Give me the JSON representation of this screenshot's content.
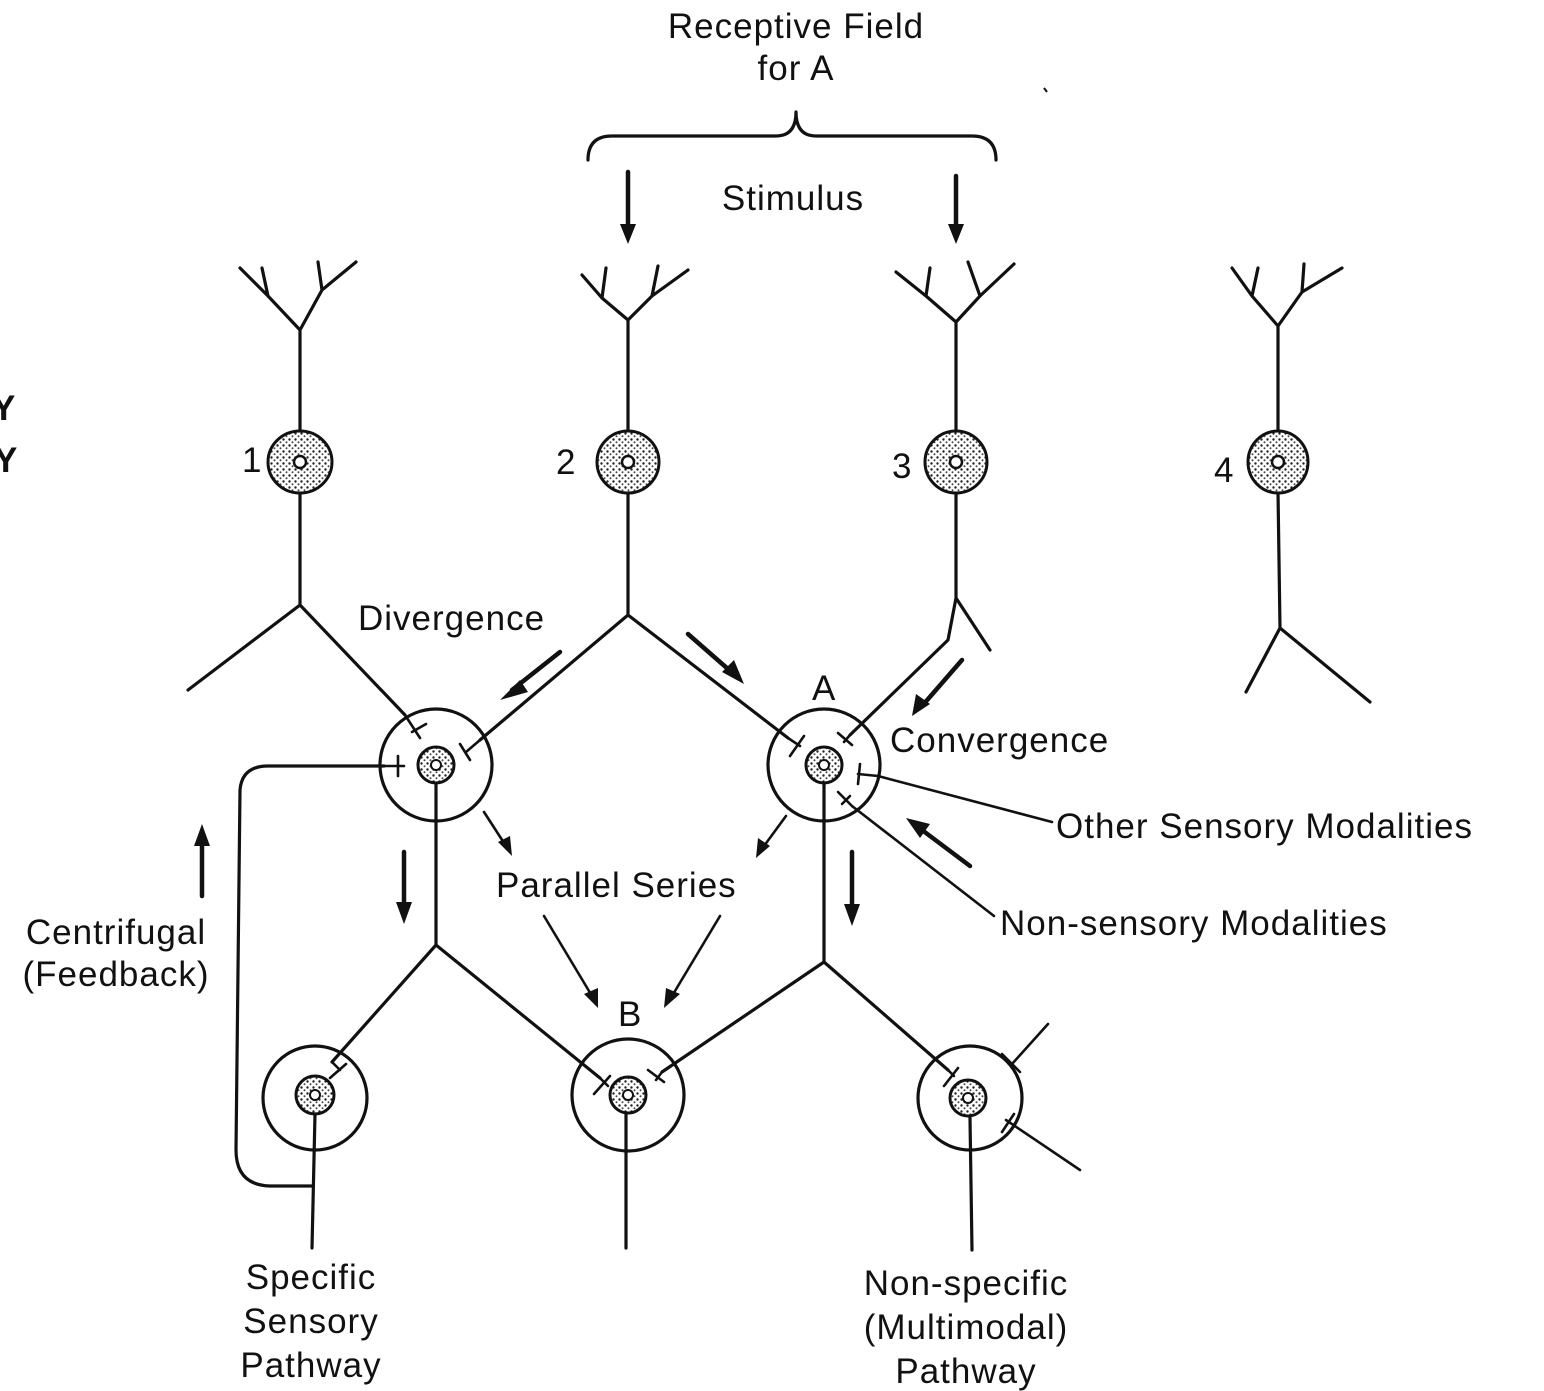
{
  "labels": {
    "receptive_field": [
      "Receptive Field",
      "for A"
    ],
    "stimulus": "Stimulus",
    "neuron_numbers": [
      "1",
      "2",
      "3",
      "4"
    ],
    "divergence": "Divergence",
    "convergence": "Convergence",
    "cell_a": "A",
    "cell_b": "B",
    "parallel_series": "Parallel Series",
    "other_sensory": "Other Sensory Modalities",
    "non_sensory": "Non-sensory Modalities",
    "centrifugal": [
      "Centrifugal",
      "(Feedback)"
    ],
    "specific_pathway": [
      "Specific",
      "Sensory",
      "Pathway"
    ],
    "nonspecific_pathway": [
      "Non-specific",
      "(Multimodal)",
      "Pathway"
    ],
    "edge_glyphs": [
      "Y",
      "Y"
    ]
  },
  "colors": {
    "ink": "#111111",
    "cell_fill": "#bbbbbb",
    "background": "#ffffff"
  }
}
